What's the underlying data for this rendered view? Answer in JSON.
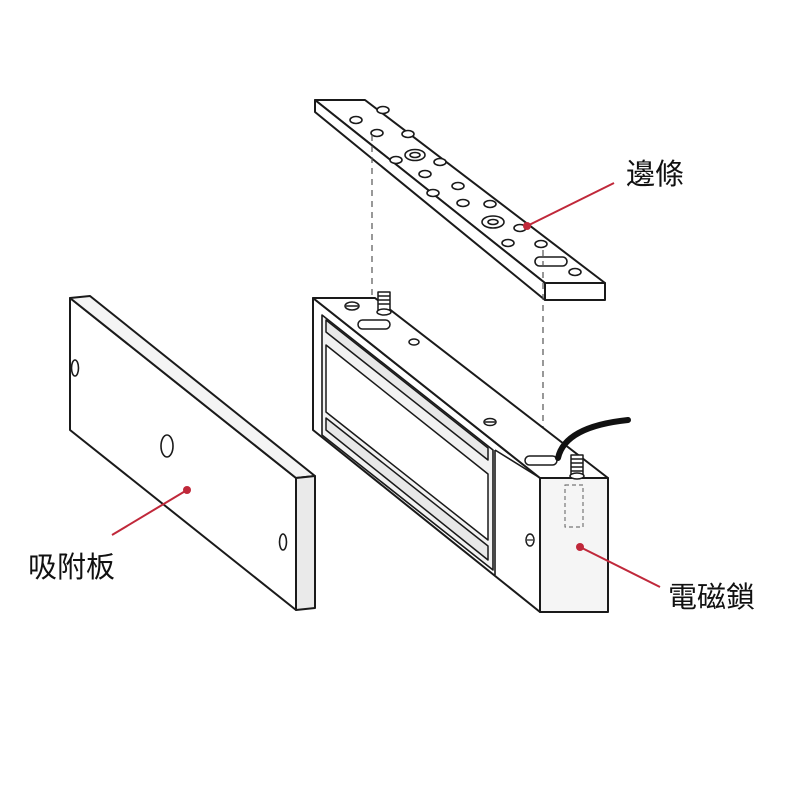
{
  "labels": {
    "bracket": "邊條",
    "armature_plate": "吸附板",
    "magnetic_lock": "電磁鎖"
  },
  "colors": {
    "outline": "#1a1a1a",
    "leader_line": "#c0283a",
    "background": "#ffffff",
    "body_face": "#ffffff",
    "body_shade": "#eeeeee"
  }
}
